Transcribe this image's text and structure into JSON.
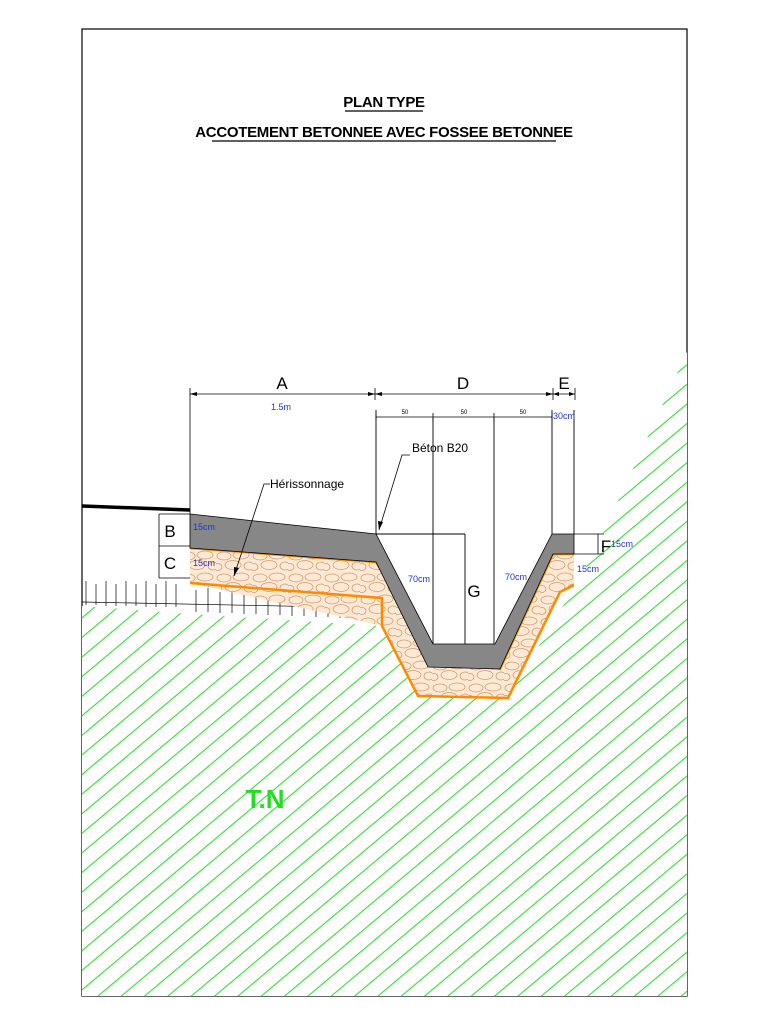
{
  "title": {
    "line1": "PLAN TYPE",
    "line2": "ACCOTEMENT BETONNEE AVEC FOSSEE BETONNEE"
  },
  "letters": {
    "A": "A",
    "B": "B",
    "C": "C",
    "D": "D",
    "E": "E",
    "F": "F",
    "G": "G"
  },
  "dimensions": {
    "accotement_width": "1.5m",
    "fosse_segment_1": "50",
    "fosse_segment_2": "50",
    "fosse_segment_3": "50",
    "berm_width": "30cm",
    "layer_b": "15cm",
    "layer_c": "15cm",
    "berm_thickness": "15cm",
    "berm_layer": "15cm",
    "fosse_left_side": "70cm",
    "fosse_right_side": "70cm"
  },
  "annotations": {
    "beton": "Béton B20",
    "herissonnage": "Hérissonnage",
    "terrain": "T.N"
  },
  "colors": {
    "concrete": "#878787",
    "herissonnage_fill": "#fde9d6",
    "herissonnage_edge": "#ff8a00",
    "stones": "#d59a65",
    "terrain_hatch": "#33dd33",
    "terrain_label": "#22dd22",
    "dimension_text": "#2233cc"
  }
}
